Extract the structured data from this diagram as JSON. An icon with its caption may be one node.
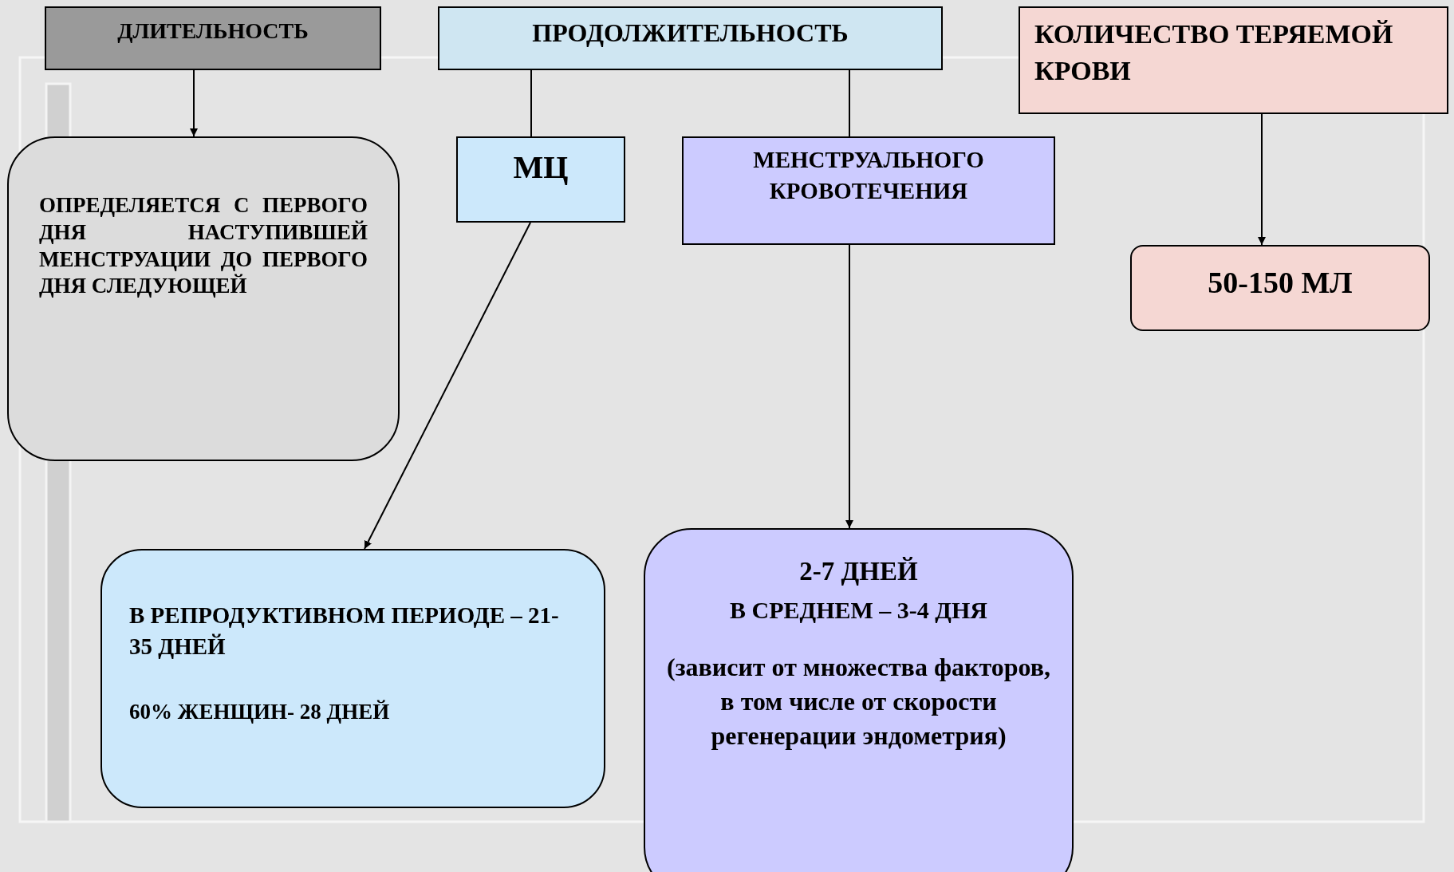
{
  "diagram": {
    "nodes": [
      {
        "text": [
          "ДЛИТЕЛЬНОСТЬ"
        ]
      },
      {
        "text": [
          "ПРОДОЛЖИТЕЛЬНОСТЬ"
        ]
      },
      {
        "text": [
          "КОЛИЧЕСТВО ТЕРЯЕМОЙ КРОВИ"
        ]
      },
      {
        "text": [
          "ОПРЕДЕЛЯЕТСЯ С ПЕРВОГО ДНЯ НАСТУПИВШЕЙ МЕНСТРУАЦИИ ДО ПЕРВОГО ДНЯ СЛЕДУЮЩЕЙ"
        ]
      },
      {
        "text": [
          "МЦ"
        ]
      },
      {
        "text": [
          "МЕНСТРУАЛЬНОГО КРОВОТЕЧЕНИЯ"
        ]
      },
      {
        "text": [
          "50-150 МЛ"
        ]
      },
      {
        "text": [
          "В РЕПРОДУКТИВНОМ ПЕРИОДЕ – 21-35 ДНЕЙ",
          "60% ЖЕНЩИН- 28 ДНЕЙ"
        ]
      },
      {
        "text": [
          "2-7 ДНЕЙ",
          "В СРЕДНЕМ – 3-4 ДНЯ",
          "(зависит от множества факторов, в том числе от скорости регенерации эндометрия)"
        ]
      }
    ],
    "edges": [
      {
        "from": 0,
        "to": 3,
        "arrow": "to"
      },
      {
        "from": 1,
        "to": 4,
        "arrow": "none"
      },
      {
        "from": 1,
        "to": 5,
        "arrow": "none"
      },
      {
        "from": 4,
        "to": 7,
        "arrow": "to"
      },
      {
        "from": 5,
        "to": 8,
        "arrow": "to"
      },
      {
        "from": 2,
        "to": 6,
        "arrow": "to"
      }
    ]
  }
}
